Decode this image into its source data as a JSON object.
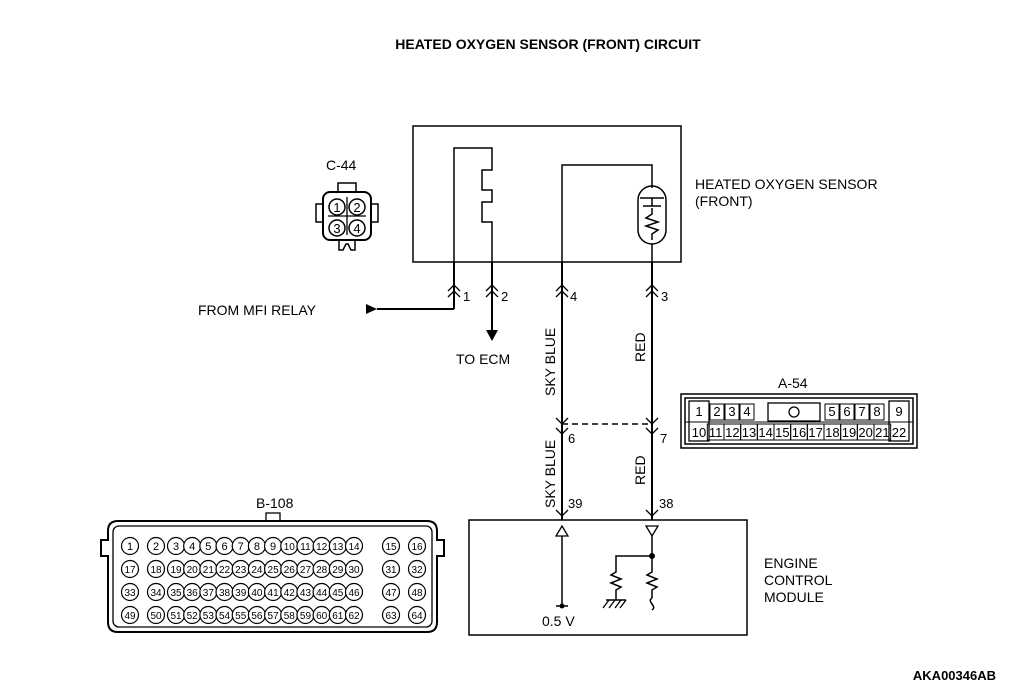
{
  "title": "HEATED OXYGEN SENSOR (FRONT) CIRCUIT",
  "sensor": {
    "line1": "HEATED OXYGEN SENSOR",
    "line2": "(FRONT)"
  },
  "connector_c44": {
    "name": "C-44",
    "pins": [
      "1",
      "2",
      "3",
      "4"
    ]
  },
  "connector_a54": {
    "name": "A-54",
    "row1": [
      "1",
      "2",
      "3",
      "4",
      "5",
      "6",
      "7",
      "8",
      "9"
    ],
    "row2": [
      "10",
      "11",
      "12",
      "13",
      "14",
      "15",
      "16",
      "17",
      "18",
      "19",
      "20",
      "21",
      "22"
    ]
  },
  "connector_b108": {
    "name": "B-108",
    "rows": [
      [
        "1",
        "2",
        "3",
        "4",
        "5",
        "6",
        "7",
        "8",
        "9",
        "10",
        "11",
        "12",
        "13",
        "14",
        "15",
        "16"
      ],
      [
        "17",
        "18",
        "19",
        "20",
        "21",
        "22",
        "23",
        "24",
        "25",
        "26",
        "27",
        "28",
        "29",
        "30",
        "31",
        "32"
      ],
      [
        "33",
        "34",
        "35",
        "36",
        "37",
        "38",
        "39",
        "40",
        "41",
        "42",
        "43",
        "44",
        "45",
        "46",
        "47",
        "48"
      ],
      [
        "49",
        "50",
        "51",
        "52",
        "53",
        "54",
        "55",
        "56",
        "57",
        "58",
        "59",
        "60",
        "61",
        "62",
        "63",
        "64"
      ]
    ]
  },
  "labels": {
    "from_mfi_relay": "FROM MFI RELAY",
    "to_ecm": "TO ECM",
    "wire_sky_blue": "SKY BLUE",
    "wire_red": "RED",
    "voltage": "0.5 V",
    "ecm_line1": "ENGINE",
    "ecm_line2": "CONTROL",
    "ecm_line3": "MODULE"
  },
  "pin_numbers": {
    "sensor_p1": "1",
    "sensor_p2": "2",
    "sensor_p4": "4",
    "sensor_p3": "3",
    "junction_p6": "6",
    "junction_p7": "7",
    "ecm_p39": "39",
    "ecm_p38": "38"
  },
  "code": "AKA00346AB"
}
